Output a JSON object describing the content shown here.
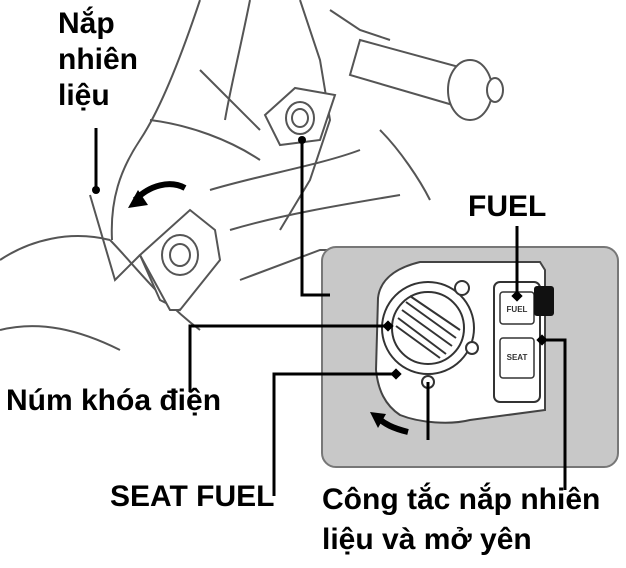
{
  "labels": {
    "fuel_cap_line1": "Nắp",
    "fuel_cap_line2": "nhiên",
    "fuel_cap_line3": "liệu",
    "fuel": "FUEL",
    "ignition_knob": "Núm khóa điện",
    "seat_fuel": "SEAT FUEL",
    "switch_line1": "Công tắc nắp nhiên",
    "switch_line2": "liệu và mở yên"
  },
  "inset_labels": {
    "fuel_button": "FUEL",
    "seat_button": "SEAT"
  },
  "colors": {
    "inset_background": "#c8c8c8",
    "line": "#000000",
    "sketch": "#444444"
  }
}
